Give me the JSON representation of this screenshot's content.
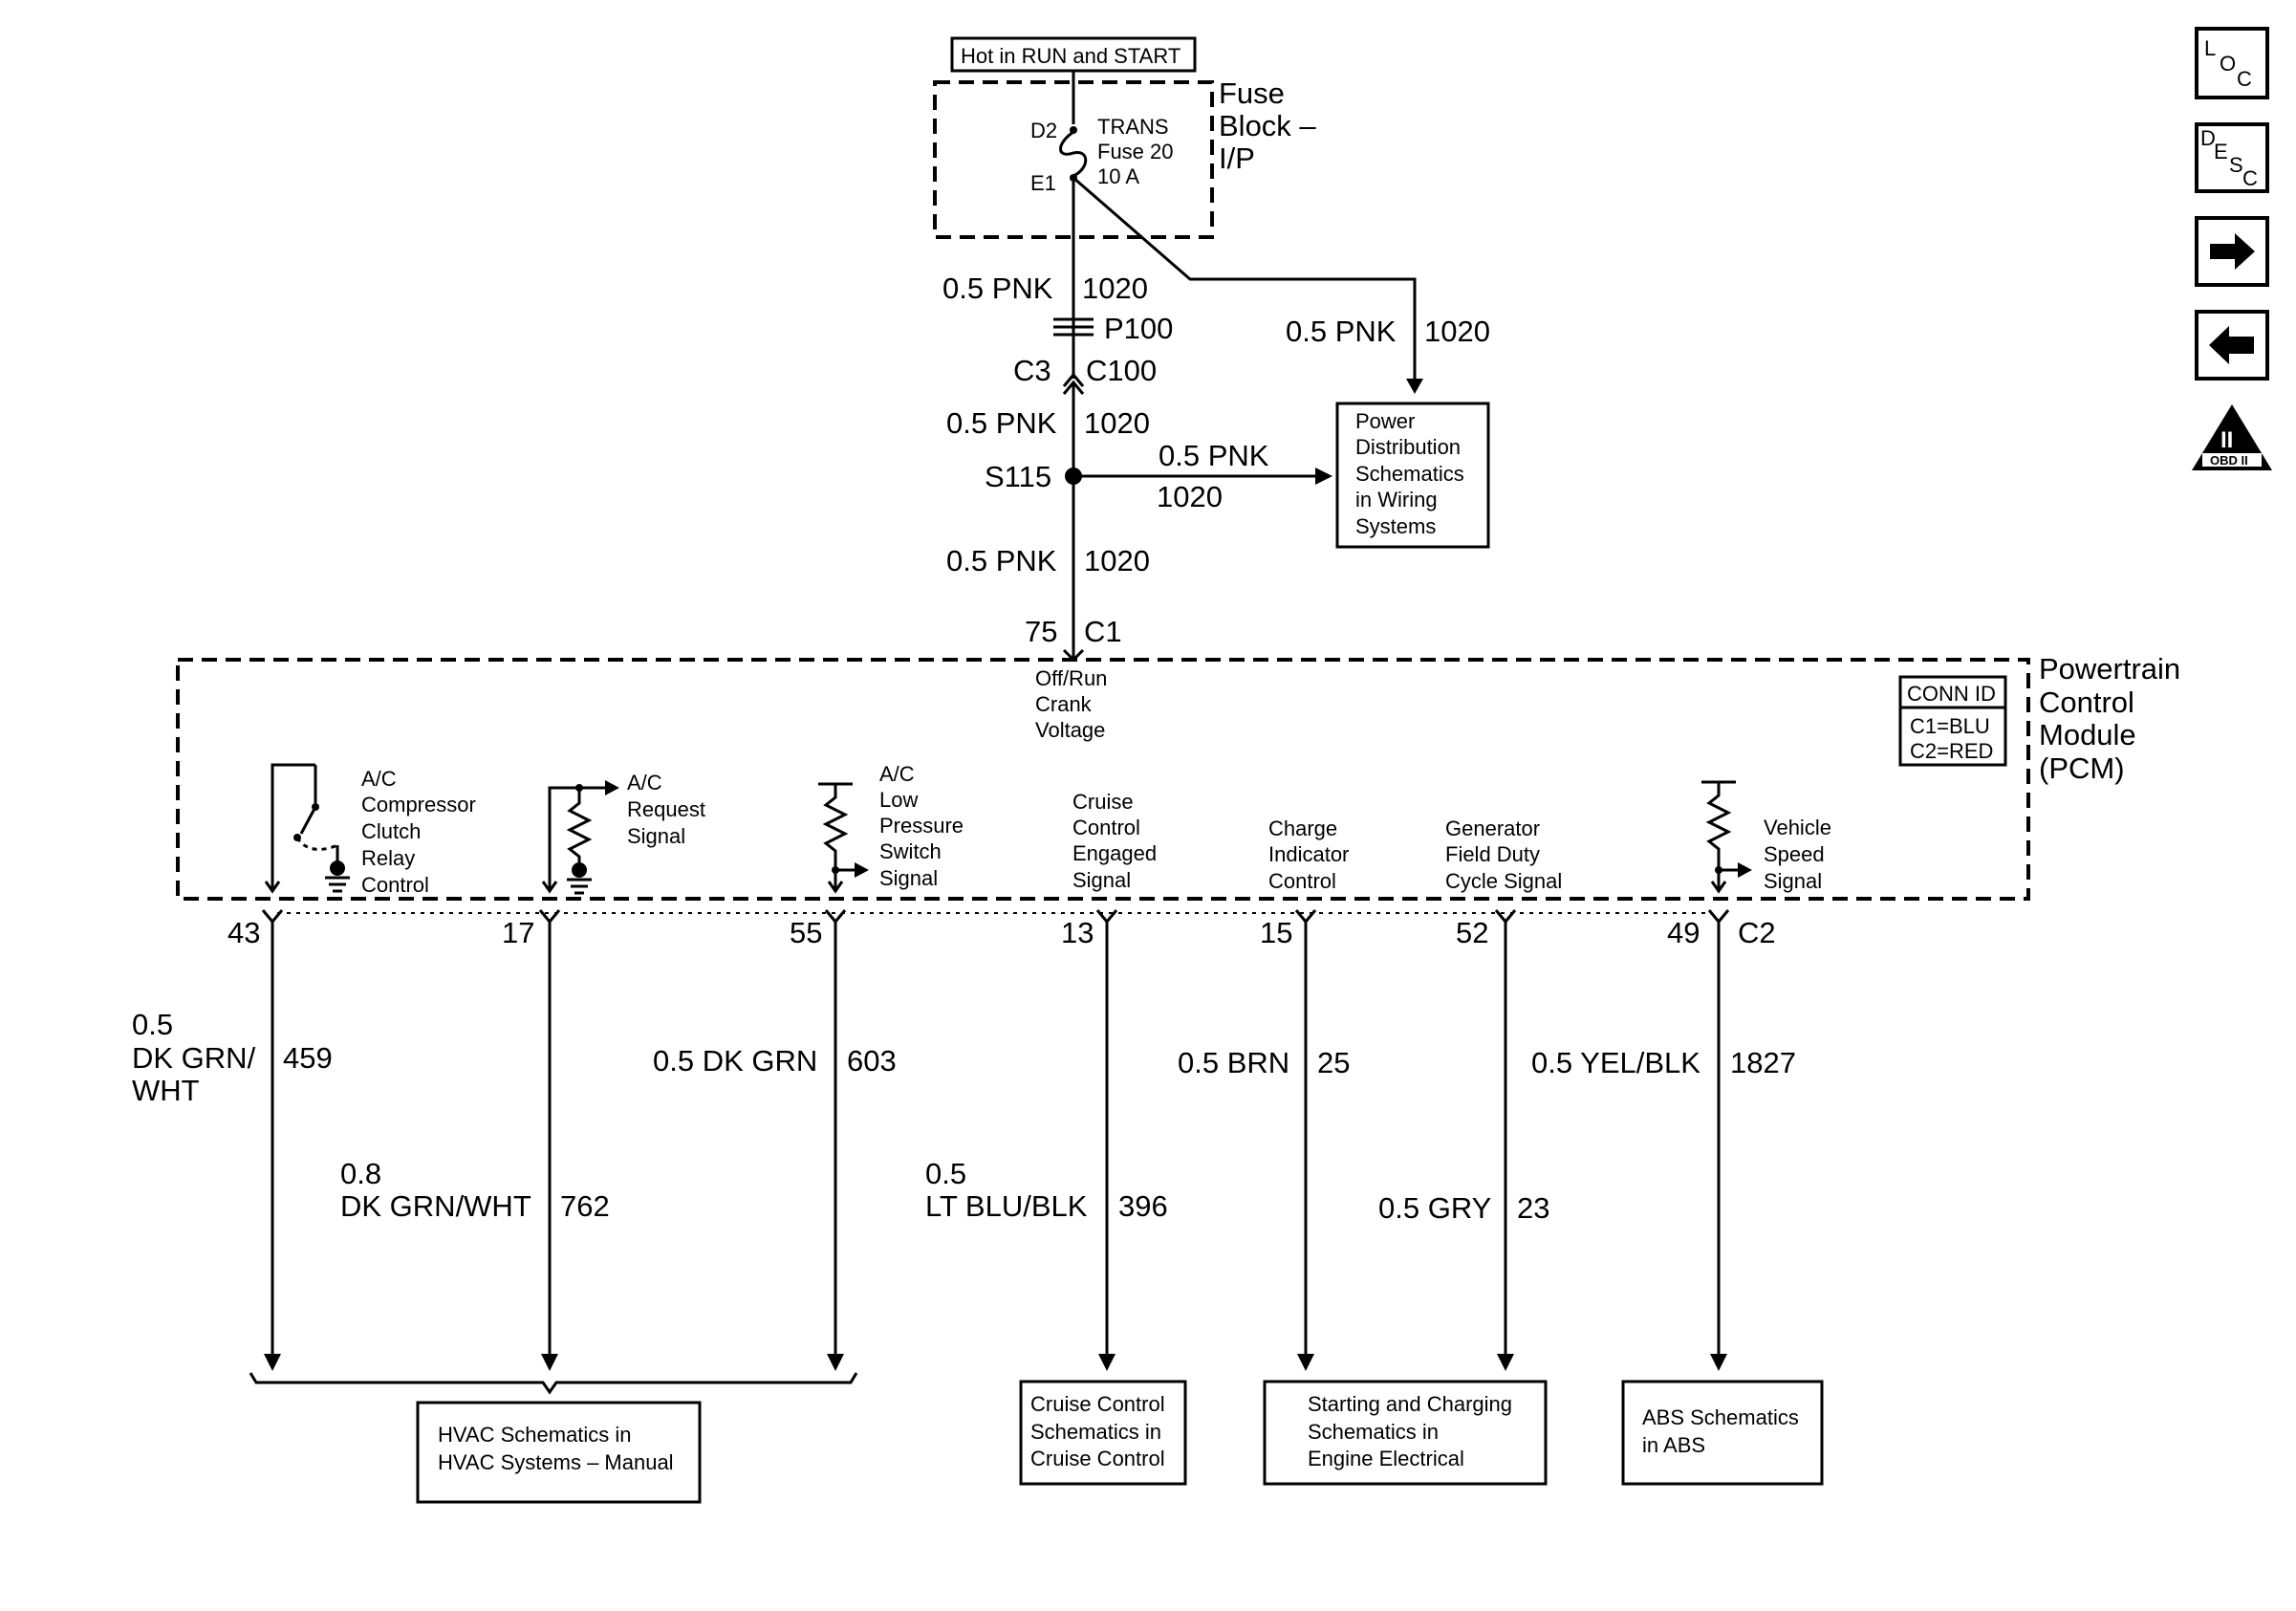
{
  "source": {
    "label": "Hot in RUN and START"
  },
  "fuse_block": {
    "title_lines": [
      "Fuse",
      "Block –",
      "I/P"
    ],
    "fuse_lines": [
      "TRANS",
      "Fuse 20",
      "10 A"
    ],
    "terminal_in": "D2",
    "terminal_out": "E1"
  },
  "wires": {
    "main_top": {
      "gauge": "0.5 PNK",
      "circuit": "1020"
    },
    "branch_right": {
      "gauge": "0.5 PNK",
      "circuit": "1020"
    },
    "below_c100": {
      "gauge": "0.5 PNK",
      "circuit": "1020"
    },
    "splice_branch": {
      "gauge": "0.5 PNK",
      "circuit": "1020"
    },
    "to_pcm": {
      "gauge": "0.5 PNK",
      "circuit": "1020"
    }
  },
  "connectors": {
    "p100": "P100",
    "c3": "C3",
    "c100": "C100",
    "s115": "S115",
    "pcm_pin_top": "75",
    "pcm_conn_top": "C1",
    "pcm_conn_bottom": "C2"
  },
  "power_dist_box": {
    "lines": [
      "Power",
      "Distribution",
      "Schematics",
      "in Wiring",
      "Systems"
    ]
  },
  "pcm": {
    "title_lines": [
      "Powertrain",
      "Control",
      "Module",
      "(PCM)"
    ],
    "voltage_lines": [
      "Off/Run",
      "Crank",
      "Voltage"
    ],
    "conn_id": {
      "title": "CONN ID",
      "c1": "C1=BLU",
      "c2": "C2=RED"
    }
  },
  "circuits": [
    {
      "pin": "43",
      "label_lines": [
        "A/C",
        "Compressor",
        "Clutch",
        "Relay",
        "Control"
      ],
      "gauge_lines": [
        "0.5",
        "DK GRN/",
        "WHT"
      ],
      "circuit": "459"
    },
    {
      "pin": "17",
      "label_lines": [
        "A/C",
        "Request",
        "Signal"
      ],
      "gauge_lines": [
        "0.8",
        "DK GRN/WHT"
      ],
      "circuit": "762"
    },
    {
      "pin": "55",
      "label_lines": [
        "A/C",
        "Low",
        "Pressure",
        "Switch",
        "Signal"
      ],
      "gauge_lines": [
        "0.5 DK GRN"
      ],
      "circuit": "603"
    },
    {
      "pin": "13",
      "label_lines": [
        "Cruise",
        "Control",
        "Engaged",
        "Signal"
      ],
      "gauge_lines": [
        "0.5",
        "LT BLU/BLK"
      ],
      "circuit": "396"
    },
    {
      "pin": "15",
      "label_lines": [
        "Charge",
        "Indicator",
        "Control"
      ],
      "gauge_lines": [
        "0.5 BRN"
      ],
      "circuit": "25"
    },
    {
      "pin": "52",
      "label_lines": [
        "Generator",
        "Field Duty",
        "Cycle Signal"
      ],
      "gauge_lines": [
        "0.5 GRY"
      ],
      "circuit": "23"
    },
    {
      "pin": "49",
      "label_lines": [
        "Vehicle",
        "Speed",
        "Signal"
      ],
      "gauge_lines": [
        "0.5 YEL/BLK"
      ],
      "circuit": "1827"
    }
  ],
  "destinations": {
    "hvac": [
      "HVAC Schematics in",
      "HVAC Systems – Manual"
    ],
    "cruise": [
      "Cruise Control",
      "Schematics in",
      "Cruise Control"
    ],
    "charging": [
      "Starting and Charging",
      "Schematics in",
      "Engine Electrical"
    ],
    "abs": [
      "ABS Schematics",
      "in ABS"
    ]
  },
  "nav": {
    "loc": {
      "l": "L",
      "o": "O",
      "c": "C"
    },
    "desc": {
      "d": "D",
      "e": "E",
      "s": "S",
      "c": "C"
    },
    "obd": {
      "numeral": "II",
      "caption": "OBD II"
    },
    "icons": [
      "loc-icon",
      "desc-icon",
      "arrow-right-icon",
      "arrow-left-icon",
      "obd-ii-icon"
    ]
  }
}
